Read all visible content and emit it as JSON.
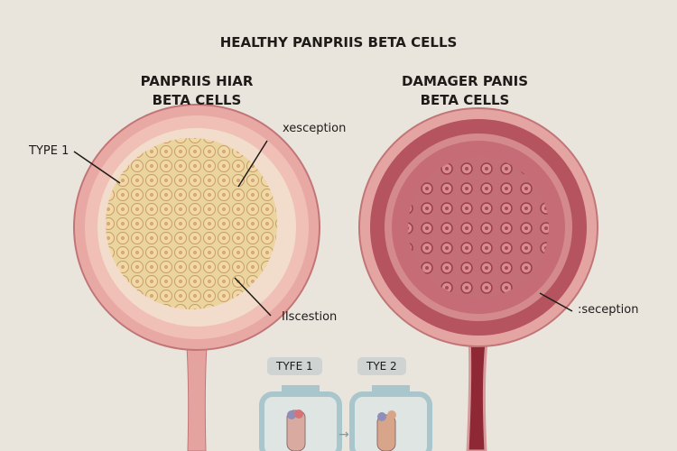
{
  "title": "HEALTHY PANPRIIS BETA CELLS",
  "left_panel": {
    "heading_line1": "PANPRIIS HIAR",
    "heading_line2": "BETA CELLS",
    "label_type": "TYPE 1",
    "label_top": "xesception",
    "label_bottom": "IIscestion"
  },
  "right_panel": {
    "heading_line1": "DAMAGER PANIS",
    "heading_line2": "BETA CELLS",
    "label_right": ":seception"
  },
  "jars": {
    "type1_label": "TYFE 1",
    "type2_label": "TYE 2"
  },
  "colors": {
    "background": "#e9e5dd",
    "healthy_ring": "#e5a3a0",
    "healthy_core": "#e9cf9a",
    "damaged_ring": "#b95a63",
    "damaged_core": "#c77079",
    "jar": "#a8c6cc"
  }
}
